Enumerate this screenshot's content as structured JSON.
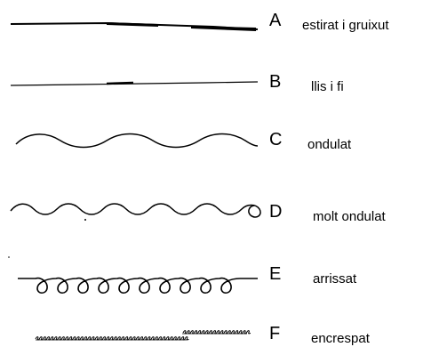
{
  "diagram": {
    "items": [
      {
        "letter": "A",
        "label": "estirat i gruixut",
        "shape": "straight-thick"
      },
      {
        "letter": "B",
        "label": "llis i fi",
        "shape": "straight-thin"
      },
      {
        "letter": "C",
        "label": "ondulat",
        "shape": "wavy"
      },
      {
        "letter": "D",
        "label": "molt ondulat",
        "shape": "very-wavy"
      },
      {
        "letter": "E",
        "label": "arrissat",
        "shape": "curly"
      },
      {
        "letter": "F",
        "label": "encrespat",
        "shape": "frizzy"
      }
    ],
    "colors": {
      "stroke": "#000000",
      "text": "#000000"
    }
  }
}
